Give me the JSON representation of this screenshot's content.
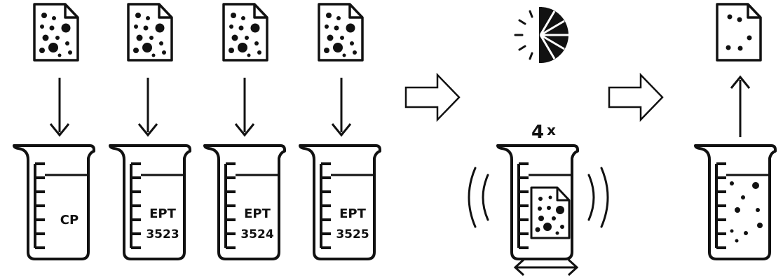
{
  "beakers": [
    {
      "line1": "CP",
      "line2": ""
    },
    {
      "line1": "EPT",
      "line2": "3523"
    },
    {
      "line1": "EPT",
      "line2": "3524"
    },
    {
      "line1": "EPT",
      "line2": "3525"
    }
  ],
  "wash": {
    "count": "4",
    "times": "x"
  },
  "colors": {
    "ink": "#111111",
    "background": "#ffffff"
  },
  "icons": [
    "document-dots-icon",
    "down-arrow-icon",
    "beaker-icon",
    "process-arrow-icon",
    "half-sun-timer-icon",
    "shake-motion-icon",
    "horizontal-double-arrow-icon",
    "up-arrow-icon"
  ]
}
